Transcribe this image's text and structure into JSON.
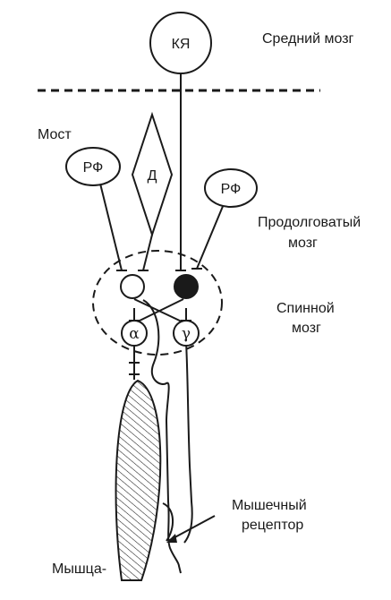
{
  "labels": {
    "midbrain": "Средний мозг",
    "pons": "Мост",
    "medulla_line1": "Продолговатый",
    "medulla_line2": "мозг",
    "spinal_line1": "Спинной",
    "spinal_line2": "мозг",
    "receptor_line1": "Мышечный",
    "receptor_line2": "рецептор",
    "muscle": "Мышца-"
  },
  "nodes": {
    "red_nucleus": "КЯ",
    "rf_left": "РФ",
    "rf_right": "РФ",
    "vestibular": "Д",
    "alpha_motoneuron": "α",
    "gamma_motoneuron": "γ"
  }
}
